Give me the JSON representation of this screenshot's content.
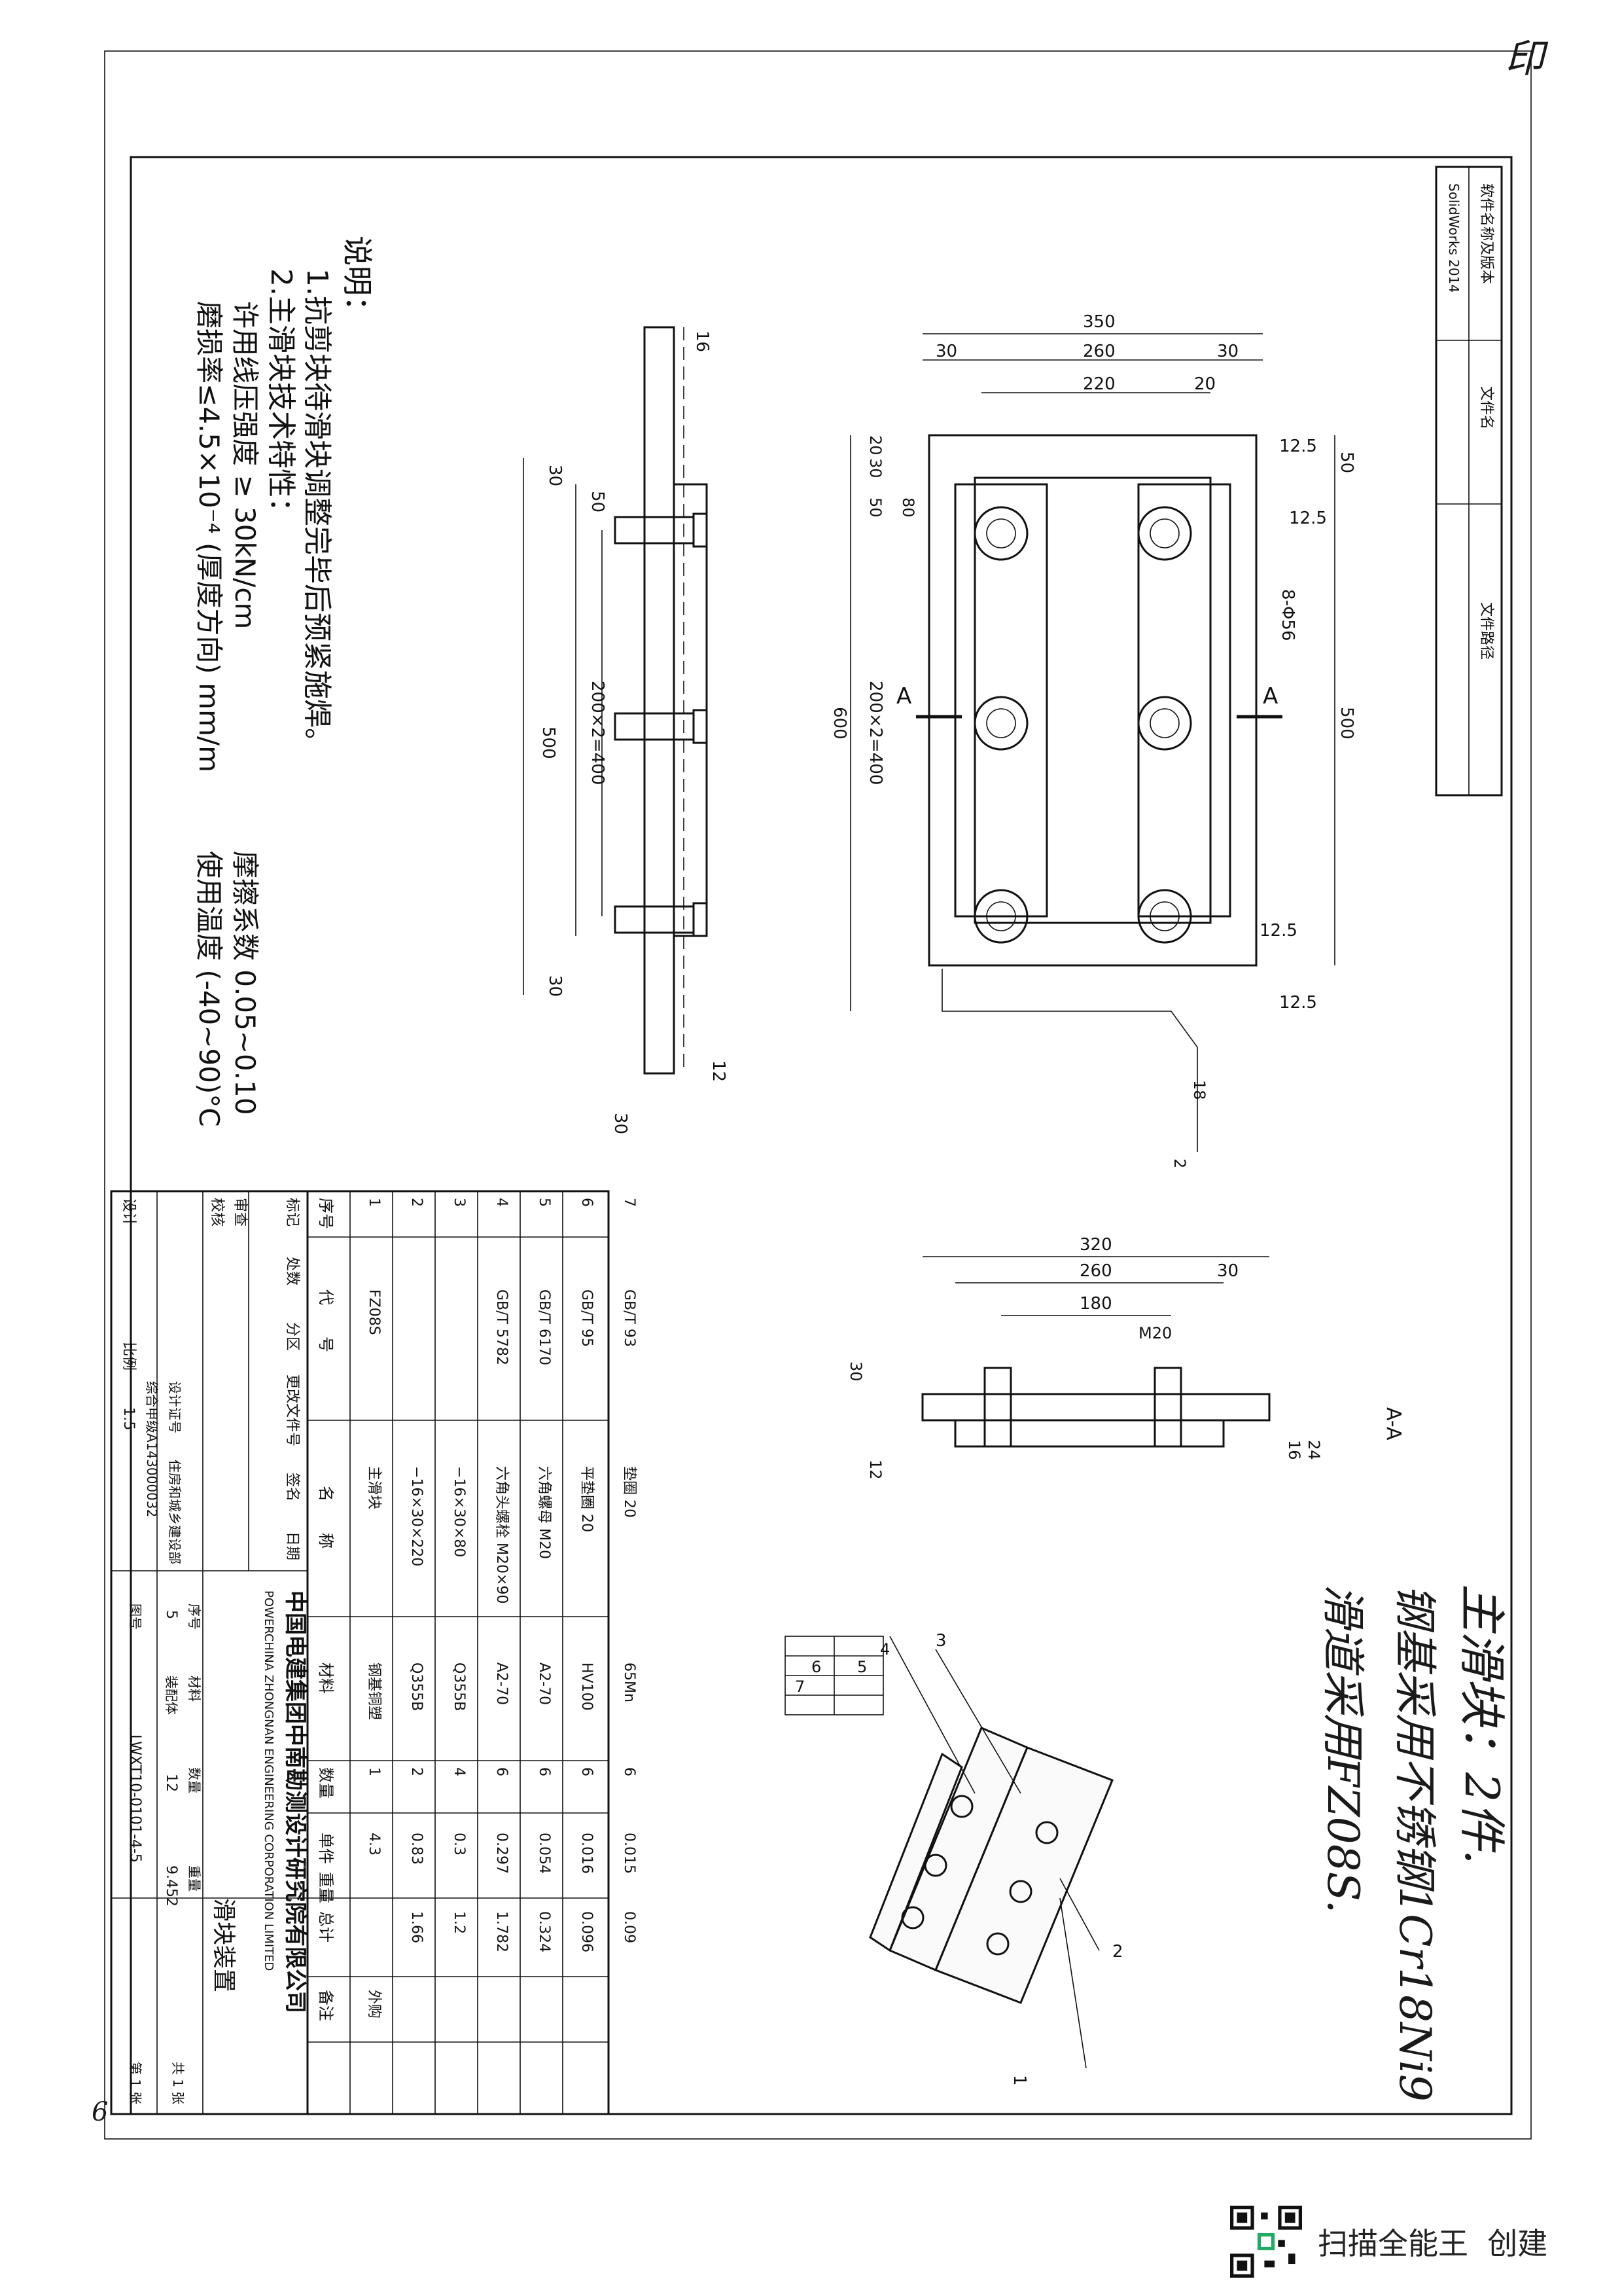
{
  "corner_mark": "印",
  "corner_bottom": "6",
  "notes": {
    "heading": "说明：",
    "line1": "1.抗剪块待滑块调整完毕后预紧施焊。",
    "line2": "2.主滑块技术特性：",
    "line3": "许用线压强度 ≥ 30kN/cm",
    "line4": "磨损率≤4.5×10⁻⁴ (厚度方向) mm/m",
    "line5": "摩擦系数 0.05~0.10",
    "line6": "使用温度 (-40~90)°C"
  },
  "file_block": {
    "software": "软件名称及版本",
    "software_val": "SolidWorks 2014",
    "file_name": "文件名",
    "file_path": "文件路径"
  },
  "top_view": {
    "dims": [
      "350",
      "30",
      "260",
      "30",
      "220",
      "20",
      "12.5",
      "50",
      "12.5",
      "20",
      "30",
      "50",
      "80",
      "600",
      "200×2=400",
      "500",
      "8-Φ56",
      "12.5",
      "12.5",
      "18",
      "2"
    ],
    "section": [
      "A",
      "A"
    ]
  },
  "side_view": {
    "dims": [
      "16",
      "30",
      "50",
      "200×2=400",
      "500",
      "30",
      "12",
      "30"
    ]
  },
  "section_view": {
    "title": "A-A",
    "dims": [
      "320",
      "260",
      "30",
      "180",
      "M20",
      "30",
      "12",
      "24",
      "16"
    ]
  },
  "handwriting": {
    "line1": "主滑块：2件.",
    "line2": "钢基采用不锈钢1Cr18Ni9",
    "line3": "滑道采用FZ08S."
  },
  "iso_labels": [
    "3",
    "4",
    "5",
    "6",
    "7",
    "1",
    "2"
  ],
  "bom": {
    "headers": [
      "序号",
      "代　　号",
      "名　　称",
      "材料",
      "数量",
      "单件",
      "总计",
      "备注"
    ],
    "header_weight": "重量",
    "rows": [
      {
        "no": "7",
        "code": "GB/T 93",
        "name": "垫圈 20",
        "material": "65Mn",
        "qty": "6",
        "unit": "0.015",
        "total": "0.09",
        "note": ""
      },
      {
        "no": "6",
        "code": "GB/T 95",
        "name": "平垫圈 20",
        "material": "HV100",
        "qty": "6",
        "unit": "0.016",
        "total": "0.096",
        "note": ""
      },
      {
        "no": "5",
        "code": "GB/T 6170",
        "name": "六角螺母 M20",
        "material": "A2-70",
        "qty": "6",
        "unit": "0.054",
        "total": "0.324",
        "note": ""
      },
      {
        "no": "4",
        "code": "GB/T 5782",
        "name": "六角头螺栓 M20×90",
        "material": "A2-70",
        "qty": "6",
        "unit": "0.297",
        "total": "1.782",
        "note": ""
      },
      {
        "no": "3",
        "code": "",
        "name": "−16×30×80",
        "material": "Q355B",
        "qty": "4",
        "unit": "0.3",
        "total": "1.2",
        "note": ""
      },
      {
        "no": "2",
        "code": "",
        "name": "−16×30×220",
        "material": "Q355B",
        "qty": "2",
        "unit": "0.83",
        "total": "1.66",
        "note": ""
      },
      {
        "no": "1",
        "code": "FZ08S",
        "name": "主滑块",
        "material": "钢基铜塑",
        "qty": "1",
        "unit": "4.3",
        "total": "",
        "note": "外购"
      }
    ]
  },
  "title_block": {
    "company_cn": "中国电建集团中南勘测设计研究院有限公司",
    "company_en": "POWERCHINA ZHONGNAN ENGINEERING CORPORATION LIMITED",
    "drawing_title": "滑块装置",
    "drawing_no": "LWXT10-0101-4-5",
    "scale_label": "比例",
    "scale": "1:5",
    "sheet": "第 1 张",
    "sheets": "共 1 张",
    "no_label": "图号",
    "seq_label": "序号",
    "seq": "5",
    "material_label": "材料",
    "qty_label": "数量",
    "qty": "12",
    "weight_label": "重量",
    "weight": "9.452",
    "assembly": "装配体",
    "role_labels": [
      "标记",
      "校核",
      "审查",
      "设计"
    ],
    "role_cols": [
      "处数",
      "分区",
      "更改文件号",
      "签名",
      "日期"
    ],
    "cert": "设计证号",
    "cert_no": "住房和城乡建设部",
    "cert_val": "综合甲级A143000032"
  },
  "footer": {
    "app_name": "扫描全能王",
    "created": "创建"
  }
}
